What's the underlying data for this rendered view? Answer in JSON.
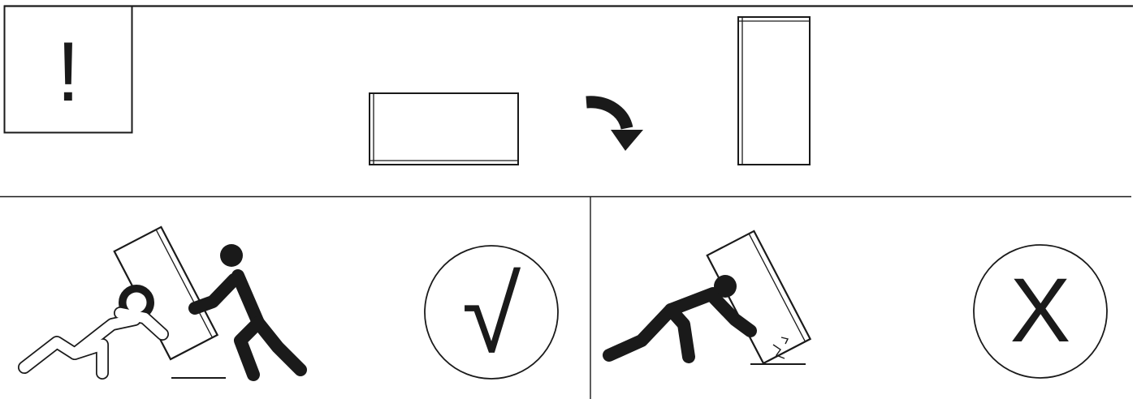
{
  "warning_box": {
    "symbol": "!"
  },
  "top_panel": {
    "icons": [
      "warning-icon",
      "panel-lying-flat",
      "rotate-arrow-icon",
      "panel-standing-upright"
    ]
  },
  "bottom_left": {
    "status_symbol": "√",
    "icons": [
      "person-lifting-panel-from-below",
      "person-supporting-panel",
      "floor-line"
    ]
  },
  "bottom_right": {
    "status_symbol": "X",
    "icons": [
      "person-pushing-panel-alone",
      "panel-corner-damage-icon",
      "floor-line"
    ]
  },
  "colors": {
    "ink": "#1a1a1a",
    "background": "#ffffff"
  }
}
